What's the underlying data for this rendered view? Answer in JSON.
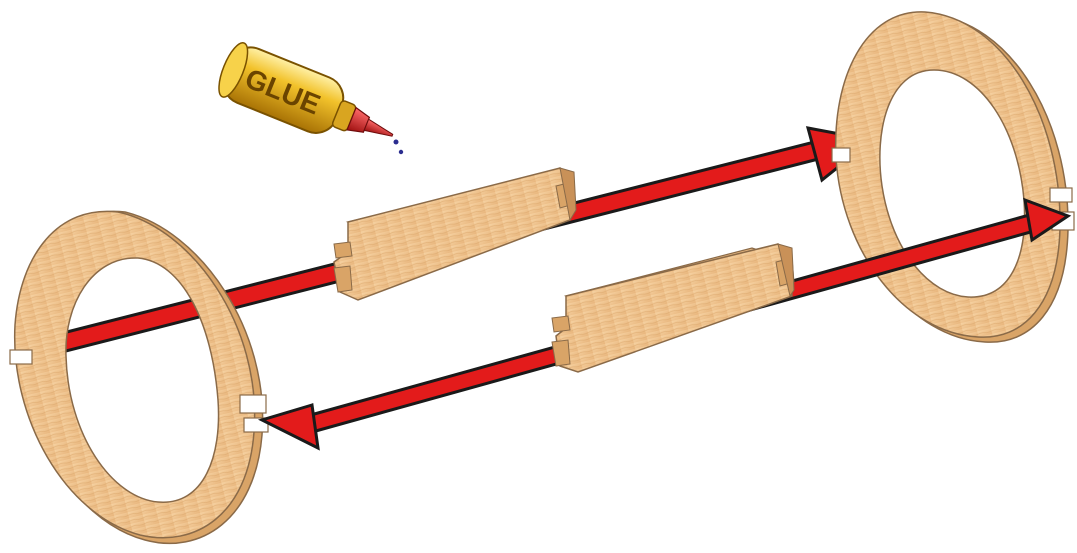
{
  "glue_bottle": {
    "label": "GLUE",
    "body_color": "#e8b21c",
    "nozzle_color": "#d81f1f",
    "drop_color": "#2b2d8f"
  },
  "wood_colors": {
    "face": "#f1c690",
    "edge": "#d9a467",
    "grain": "#c99158",
    "outline": "#8a6a48"
  },
  "arrow_color": "#e31b1b",
  "arrow_outline": "#1a1a1a",
  "parts": [
    {
      "name": "left-ring",
      "type": "ring-with-notches"
    },
    {
      "name": "right-ring",
      "type": "ring-with-notches"
    },
    {
      "name": "upper-slat",
      "type": "slat-with-tenons"
    },
    {
      "name": "lower-slat",
      "type": "slat-with-tenons"
    }
  ],
  "arrows": [
    {
      "name": "upper-arrow",
      "direction": "toward-right-ring"
    },
    {
      "name": "lower-arrow",
      "direction": "both-rings"
    }
  ]
}
